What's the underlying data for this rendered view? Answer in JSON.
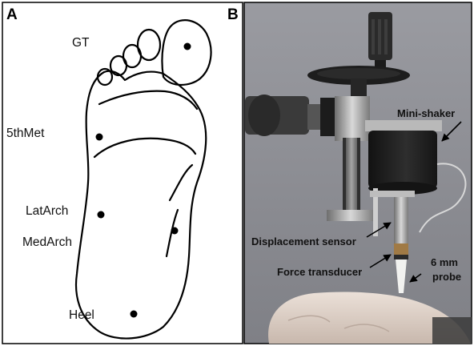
{
  "panels": {
    "a": {
      "letter": "A",
      "sites": {
        "gt": "GT",
        "fifth_met": "5thMet",
        "lat_arch": "LatArch",
        "med_arch": "MedArch",
        "heel": "Heel"
      }
    },
    "b": {
      "letter": "B",
      "labels": {
        "mini_shaker": "Mini-shaker",
        "displacement_sensor": "Displacement sensor",
        "force_transducer": "Force transducer",
        "probe_size": "6 mm",
        "probe_word": "probe"
      }
    }
  },
  "colors": {
    "outline": "#000000",
    "photo_background": "#8f9096",
    "shaker_body": "#1e1e1e",
    "skin": "#e3d6cd",
    "probe": "#f2f2f0"
  }
}
